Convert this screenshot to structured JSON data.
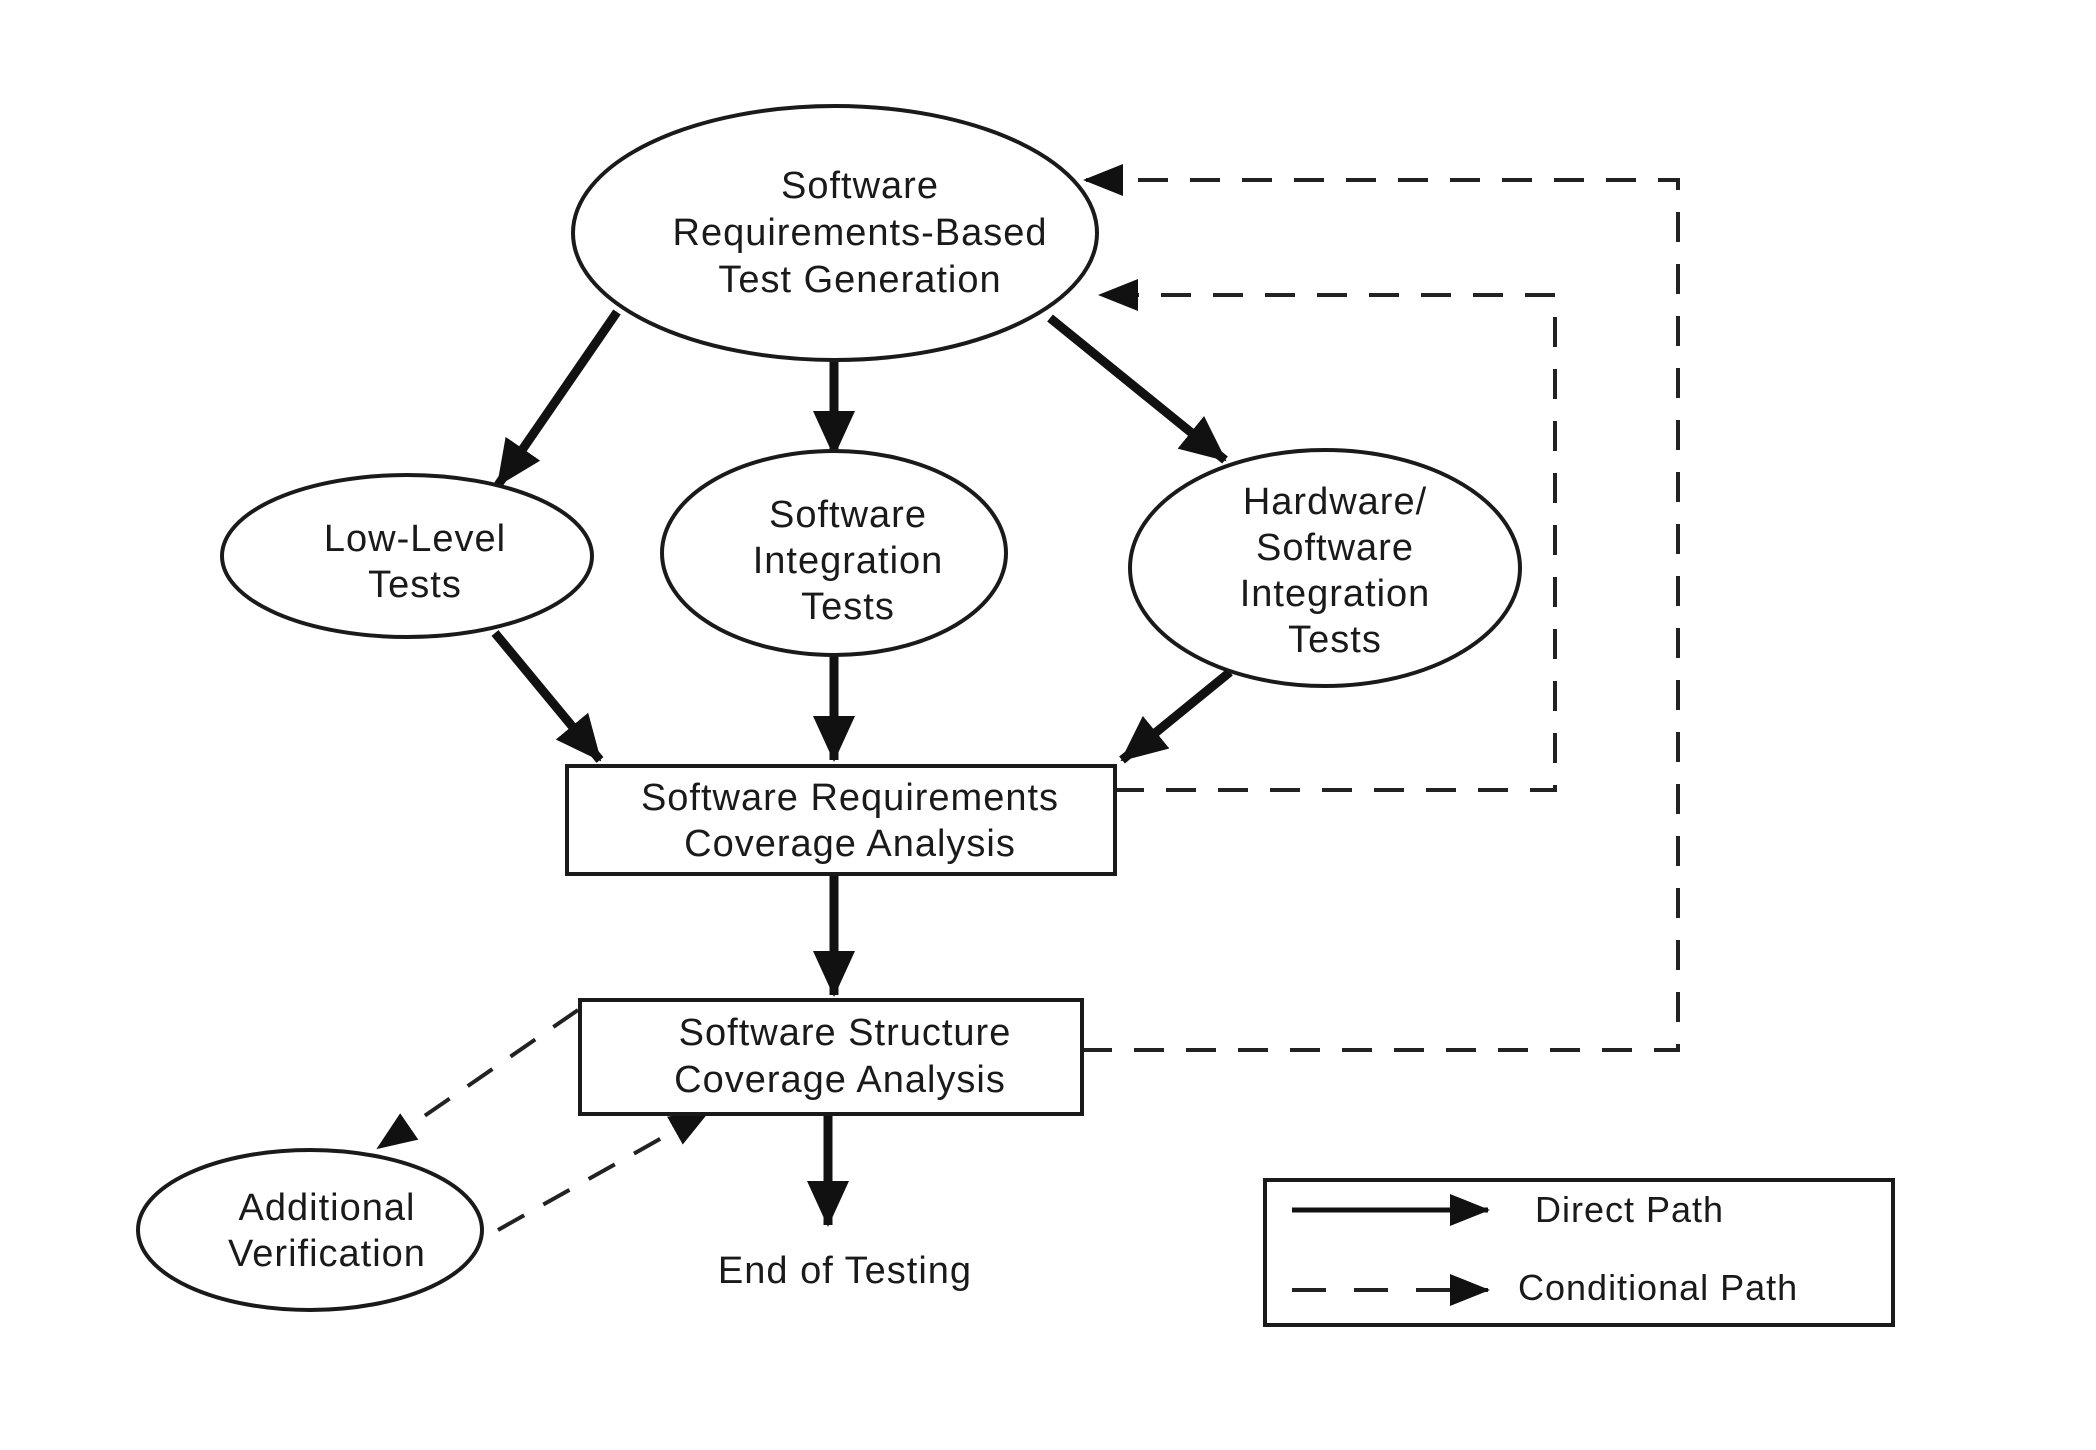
{
  "nodes": {
    "req_test_gen": [
      "Software",
      "Requirements-Based",
      "Test Generation"
    ],
    "low_level": [
      "Low-Level",
      "Tests"
    ],
    "sw_integration": [
      "Software",
      "Integration",
      "Tests"
    ],
    "hw_sw_integration": [
      "Hardware/",
      "Software",
      "Integration",
      "Tests"
    ],
    "req_coverage": [
      "Software Requirements",
      "Coverage Analysis"
    ],
    "struct_coverage": [
      "Software Structure",
      "Coverage Analysis"
    ],
    "additional_verification": [
      "Additional",
      "Verification"
    ],
    "end_of_testing": "End of Testing"
  },
  "legend": {
    "direct": "Direct Path",
    "conditional": "Conditional Path"
  }
}
